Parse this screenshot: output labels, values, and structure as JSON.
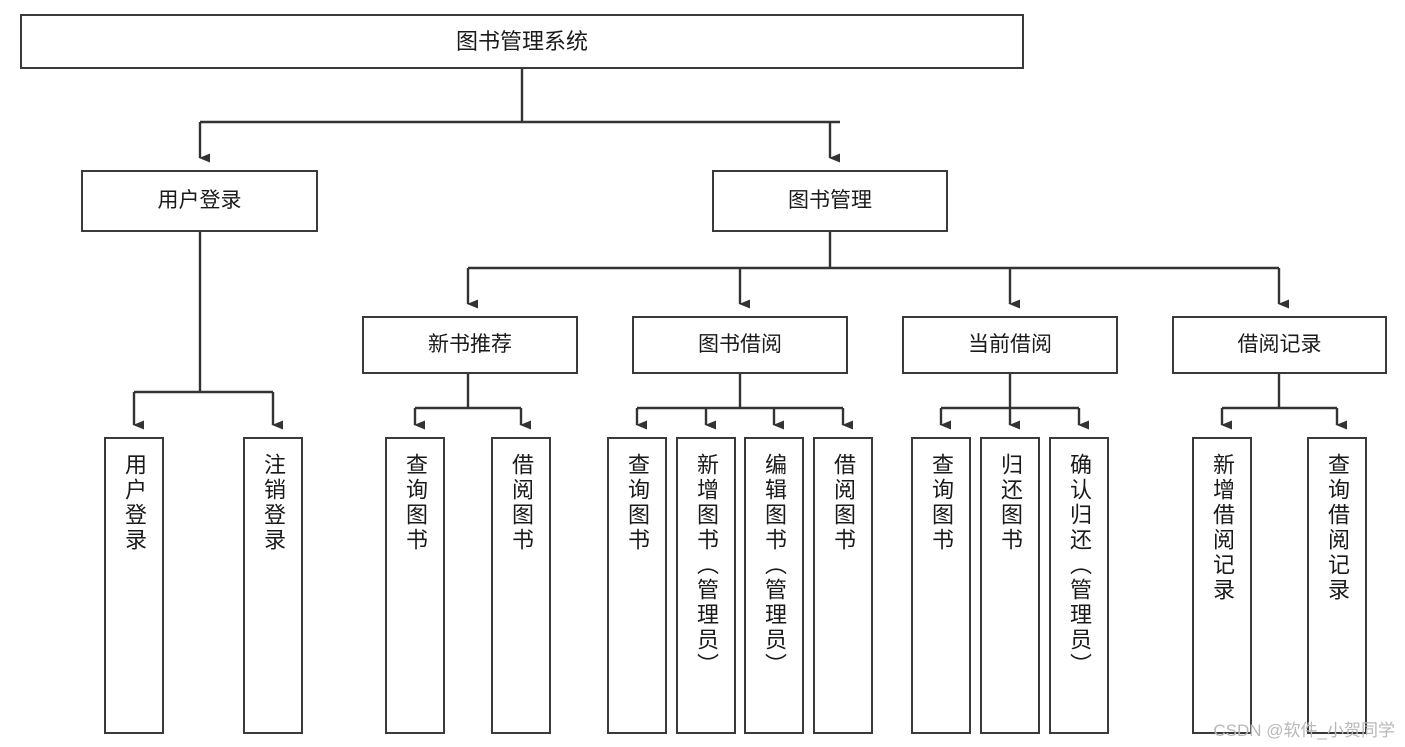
{
  "diagram": {
    "title": "图书管理系统",
    "type": "tree-diagram",
    "watermark": "CSDN @软件_小贺同学",
    "colors": {
      "box_border": "#3a3a3a",
      "box_fill": "#ffffff",
      "edge": "#333333",
      "text": "#1a1a1a",
      "watermark": "#b8b8b8",
      "background": "#ffffff"
    }
  },
  "nodes": {
    "root": {
      "label": "图书管理系统"
    },
    "level2": [
      {
        "label": "用户登录"
      },
      {
        "label": "图书管理"
      }
    ],
    "level3": [
      {
        "label": "新书推荐"
      },
      {
        "label": "图书借阅"
      },
      {
        "label": "当前借阅"
      },
      {
        "label": "借阅记录"
      }
    ],
    "leaves": {
      "user_login": [
        {
          "label": "用户登录"
        },
        {
          "label": "注销登录"
        }
      ],
      "new_book_recommend": [
        {
          "label": "查询图书"
        },
        {
          "label": "借阅图书"
        }
      ],
      "book_borrow": [
        {
          "label": "查询图书"
        },
        {
          "label": "新增图书（管理员）"
        },
        {
          "label": "编辑图书（管理员）"
        },
        {
          "label": "借阅图书"
        }
      ],
      "current_borrow": [
        {
          "label": "查询图书"
        },
        {
          "label": "归还图书"
        },
        {
          "label": "确认归还（管理员）"
        }
      ],
      "borrow_record": [
        {
          "label": "新增借阅记录"
        },
        {
          "label": "查询借阅记录"
        }
      ]
    }
  }
}
